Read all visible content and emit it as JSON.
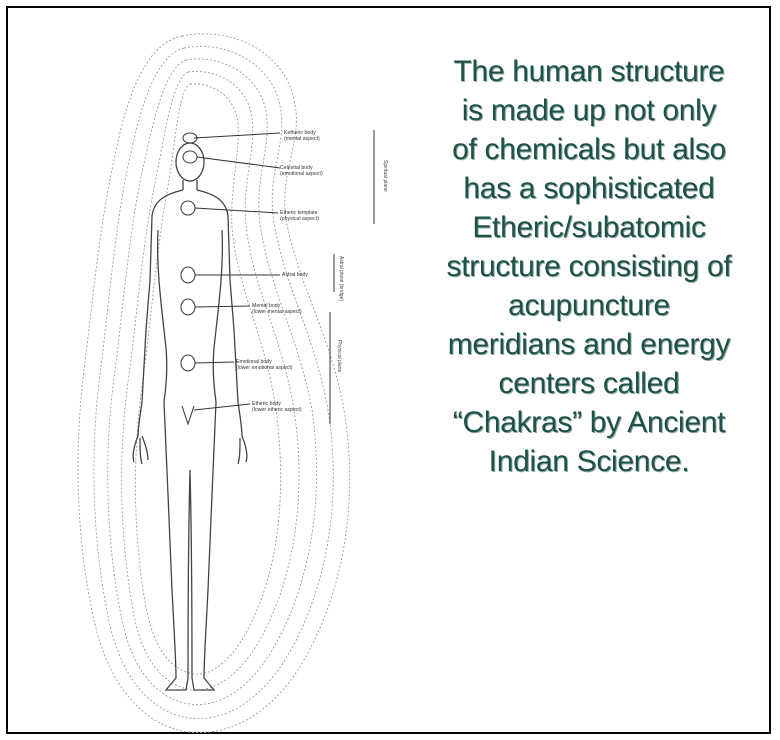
{
  "text_block": {
    "lines": [
      "The human structure",
      "is made up not only",
      "of chemicals but also",
      "has a sophisticated",
      "Etheric/subatomic",
      "structure consisting of",
      "acupuncture",
      "meridians and energy",
      "centers called",
      "“Chakras” by Ancient",
      "Indian Science."
    ]
  },
  "figure": {
    "labels": [
      {
        "name": "Ketheric body",
        "aspect": "(mental aspect)"
      },
      {
        "name": "Celestial body",
        "aspect": "(emotional aspect)"
      },
      {
        "name": "Etheric template",
        "aspect": "(physical aspect)"
      },
      {
        "name": "Astral body",
        "aspect": ""
      },
      {
        "name": "Mental body",
        "aspect": "(lower mental aspect)"
      },
      {
        "name": "Emotional body",
        "aspect": "(lower emotional aspect)"
      },
      {
        "name": "Etheric body",
        "aspect": "(lower etheric aspect)"
      }
    ],
    "planes": [
      "Spiritual plane",
      "Astral plane (bridge)",
      "Physical plane"
    ]
  },
  "colors": {
    "text": "#1e5148",
    "text_shadow": "#8fa9a3",
    "border": "#000000"
  }
}
